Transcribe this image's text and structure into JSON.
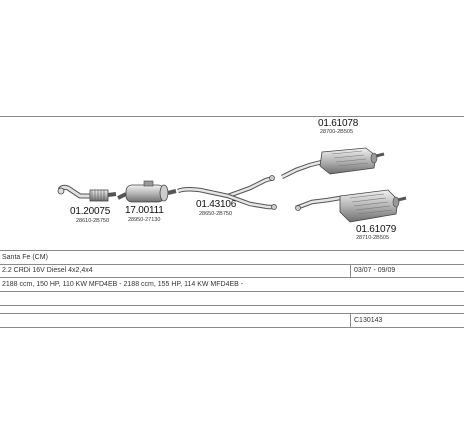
{
  "table": {
    "model": "Santa Fe (CM)",
    "engine": "2.2 CRDi 16V Diesel 4x2,4x4",
    "years": "03/07 - 09/09",
    "spec": "2188 ccm, 150 HP, 110 KW MFD4EB - 2188 ccm, 155 HP, 114 KW MFD4EB -",
    "code": "C130143"
  },
  "parts": [
    {
      "number": "01.20075",
      "oem": "28610-2B750"
    },
    {
      "number": "17.00111",
      "oem": "28950-27130"
    },
    {
      "number": "01.43106",
      "oem": "28650-2B750"
    },
    {
      "number": "01.61078",
      "oem": "28700-2B505"
    },
    {
      "number": "01.61079",
      "oem": "28710-2B505"
    }
  ],
  "colors": {
    "line": "#8a8a8a",
    "metal": "#bdbdbd",
    "dark": "#444444"
  }
}
